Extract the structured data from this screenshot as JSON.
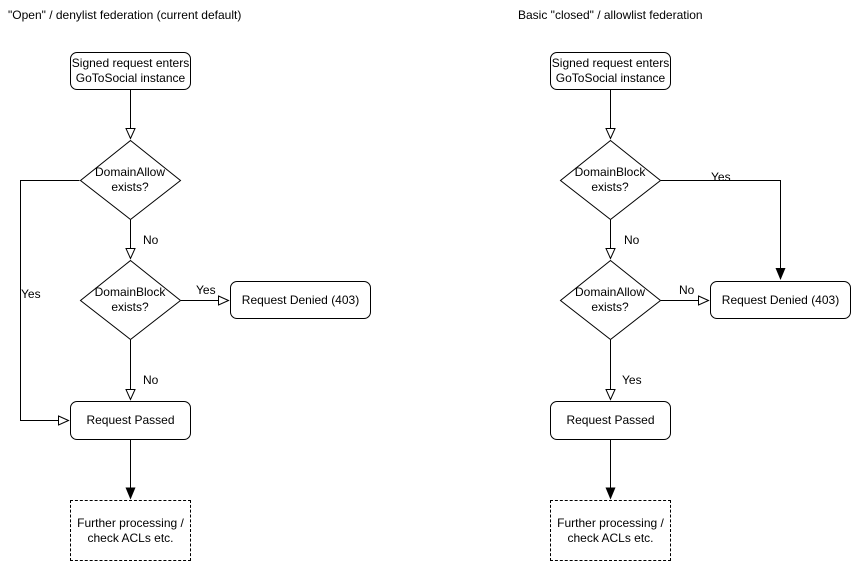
{
  "colors": {
    "background": "#ffffff",
    "line": "#000000",
    "text": "#000000"
  },
  "left": {
    "title": "\"Open\" / denylist federation (current default)",
    "start": {
      "line1": "Signed request enters",
      "line2": "GoToSocial instance"
    },
    "decision1": {
      "line1": "DomainAllow",
      "line2": "exists?"
    },
    "decision2": {
      "line1": "DomainBlock",
      "line2": "exists?"
    },
    "denied": "Request Denied (403)",
    "passed": "Request Passed",
    "further": {
      "line1": "Further processing /",
      "line2": "check ACLs etc."
    },
    "labels": {
      "d1_no": "No",
      "d1_yes": "Yes",
      "d2_yes": "Yes",
      "d2_no": "No"
    }
  },
  "right": {
    "title": "Basic \"closed\" / allowlist federation",
    "start": {
      "line1": "Signed request enters",
      "line2": "GoToSocial instance"
    },
    "decision1": {
      "line1": "DomainBlock",
      "line2": "exists?"
    },
    "decision2": {
      "line1": "DomainAllow",
      "line2": "exists?"
    },
    "denied": "Request Denied (403)",
    "passed": "Request Passed",
    "further": {
      "line1": "Further processing /",
      "line2": "check ACLs etc."
    },
    "labels": {
      "d1_no": "No",
      "d1_yes": "Yes",
      "d2_no": "No",
      "d2_yes": "Yes"
    }
  }
}
